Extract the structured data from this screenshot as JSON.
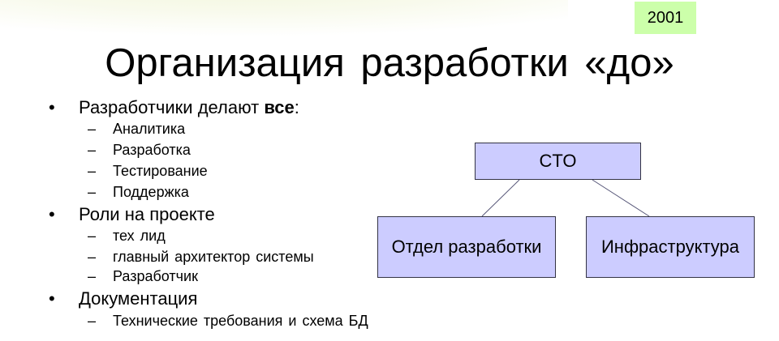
{
  "slide": {
    "year_badge": "2001",
    "title": "Организация разработки «до»",
    "bullets": [
      {
        "marker": "•",
        "text": "Разработчики делают ",
        "emphasis": "все",
        "suffix": ":",
        "sub": [
          "Аналитика",
          "Разработка",
          "Тестирование",
          "Поддержка"
        ]
      },
      {
        "marker": "•",
        "text": "Роли на проекте",
        "sub": [
          "тех лид",
          "главный архитектор системы",
          "Разработчик"
        ]
      },
      {
        "marker": "•",
        "text": "Документация",
        "sub": [
          "Технические требования и схема БД"
        ]
      }
    ],
    "sub_marker": "–"
  },
  "org_chart": {
    "root": "CTO",
    "children": [
      "Отдел разработки",
      "Инфраструктура"
    ]
  },
  "colors": {
    "badge": "#ccffaa",
    "box_fill": "#ccccff",
    "box_border": "#333344"
  }
}
